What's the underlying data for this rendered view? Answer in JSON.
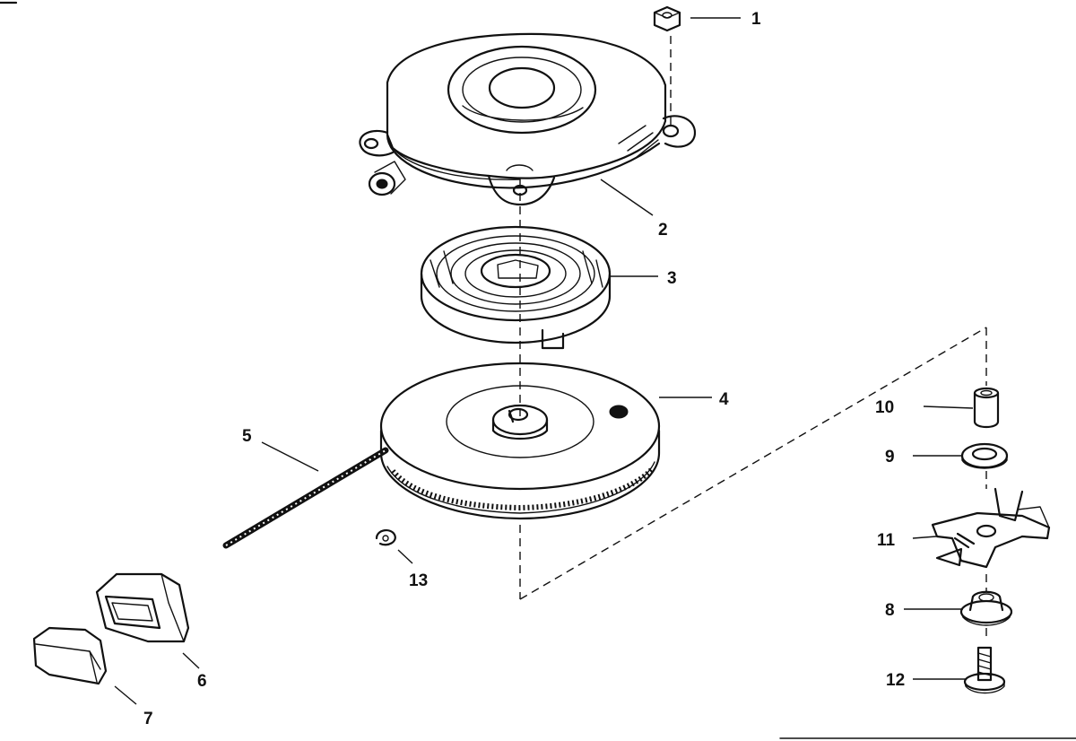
{
  "diagram": {
    "kind": "exploded parts view",
    "parts": [
      {
        "id": "p1",
        "label": "1",
        "icon": "hex-nut-icon"
      },
      {
        "id": "p2",
        "label": "2",
        "icon": "starter-housing-icon"
      },
      {
        "id": "p3",
        "label": "3",
        "icon": "recoil-spring-icon"
      },
      {
        "id": "p4",
        "label": "4",
        "icon": "rope-pulley-icon"
      },
      {
        "id": "p5",
        "label": "5",
        "icon": "starter-rope-icon"
      },
      {
        "id": "p6",
        "label": "6",
        "icon": "handle-body-icon"
      },
      {
        "id": "p7",
        "label": "7",
        "icon": "handle-insert-icon"
      },
      {
        "id": "p8",
        "label": "8",
        "icon": "flanged-bushing-icon"
      },
      {
        "id": "p9",
        "label": "9",
        "icon": "washer-icon"
      },
      {
        "id": "p10",
        "label": "10",
        "icon": "spacer-icon"
      },
      {
        "id": "p11",
        "label": "11",
        "icon": "pawl-bracket-icon"
      },
      {
        "id": "p12",
        "label": "12",
        "icon": "screw-icon"
      },
      {
        "id": "p13",
        "label": "13",
        "icon": "clip-icon"
      }
    ],
    "colors": {
      "ink": "#111111",
      "paper": "#ffffff"
    }
  }
}
